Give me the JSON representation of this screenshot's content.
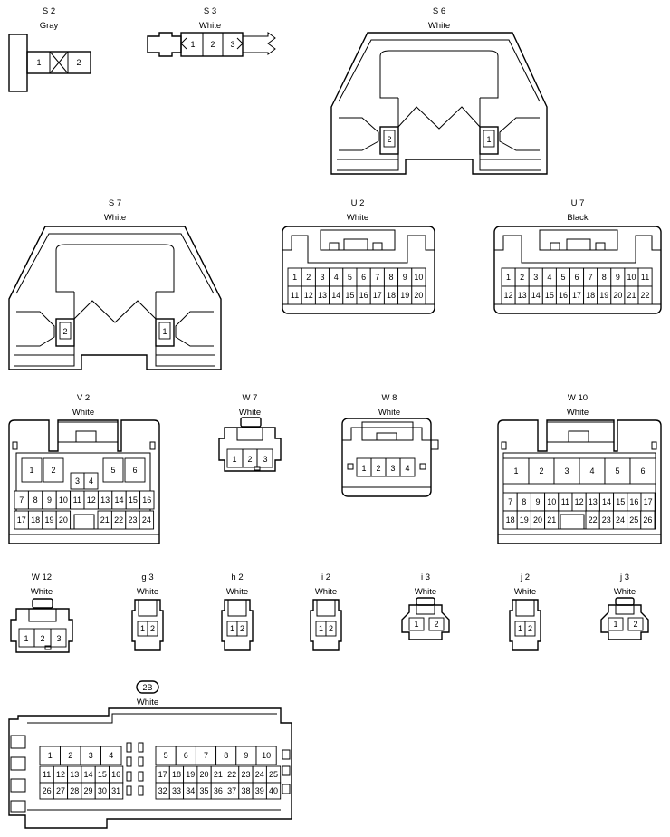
{
  "connectors": {
    "s2": {
      "name": "S 2",
      "color": "Gray",
      "pins": [
        "1",
        "2"
      ]
    },
    "s3": {
      "name": "S 3",
      "color": "White",
      "pins": [
        "1",
        "2",
        "3"
      ]
    },
    "s6": {
      "name": "S 6",
      "color": "White",
      "pins": [
        "2",
        "1"
      ]
    },
    "s7": {
      "name": "S 7",
      "color": "White",
      "pins": [
        "2",
        "1"
      ]
    },
    "u2": {
      "name": "U 2",
      "color": "White",
      "rows": [
        [
          "1",
          "2",
          "3",
          "4",
          "5",
          "6",
          "7",
          "8",
          "9",
          "10"
        ],
        [
          "11",
          "12",
          "13",
          "14",
          "15",
          "16",
          "17",
          "18",
          "19",
          "20"
        ]
      ]
    },
    "u7": {
      "name": "U 7",
      "color": "Black",
      "rows": [
        [
          "1",
          "2",
          "3",
          "4",
          "5",
          "6",
          "7",
          "8",
          "9",
          "10",
          "11"
        ],
        [
          "12",
          "13",
          "14",
          "15",
          "16",
          "17",
          "18",
          "19",
          "20",
          "21",
          "22"
        ]
      ]
    },
    "v2": {
      "name": "V 2",
      "color": "White",
      "top_pins": [
        "1",
        "2",
        "5",
        "6"
      ],
      "mid_pins": [
        "3",
        "4"
      ],
      "rows": [
        [
          "7",
          "8",
          "9",
          "10",
          "11",
          "12",
          "13",
          "14",
          "15",
          "16"
        ],
        [
          "17",
          "18",
          "19",
          "20",
          "21",
          "22",
          "23",
          "24"
        ]
      ]
    },
    "w7": {
      "name": "W 7",
      "color": "White",
      "pins": [
        "1",
        "2",
        "3"
      ]
    },
    "w8": {
      "name": "W 8",
      "color": "White",
      "pins": [
        "1",
        "2",
        "3",
        "4"
      ]
    },
    "w10": {
      "name": "W 10",
      "color": "White",
      "top_pins": [
        "1",
        "2",
        "3",
        "4",
        "5",
        "6"
      ],
      "rows": [
        [
          "7",
          "8",
          "9",
          "10",
          "11",
          "12",
          "13",
          "14",
          "15",
          "16",
          "17"
        ],
        [
          "18",
          "19",
          "20",
          "21",
          "22",
          "23",
          "24",
          "25",
          "26"
        ]
      ]
    },
    "w12": {
      "name": "W 12",
      "color": "White",
      "pins": [
        "1",
        "2",
        "3"
      ]
    },
    "g3": {
      "name": "g 3",
      "color": "White",
      "pins": [
        "1",
        "2"
      ]
    },
    "h2": {
      "name": "h 2",
      "color": "White",
      "pins": [
        "1",
        "2"
      ]
    },
    "i2": {
      "name": "i 2",
      "color": "White",
      "pins": [
        "1",
        "2"
      ]
    },
    "i3": {
      "name": "i 3",
      "color": "White",
      "pins": [
        "1",
        "2"
      ]
    },
    "j2": {
      "name": "j 2",
      "color": "White",
      "pins": [
        "1",
        "2"
      ]
    },
    "j3": {
      "name": "j 3",
      "color": "White",
      "pins": [
        "1",
        "2"
      ]
    },
    "c2b": {
      "name": "2B",
      "color": "White",
      "left_rows": [
        [
          "1",
          "2",
          "3",
          "4"
        ],
        [
          "11",
          "12",
          "13",
          "14",
          "15",
          "16"
        ],
        [
          "26",
          "27",
          "28",
          "29",
          "30",
          "31"
        ]
      ],
      "right_rows": [
        [
          "5",
          "6",
          "7",
          "8",
          "9",
          "10"
        ],
        [
          "17",
          "18",
          "19",
          "20",
          "21",
          "22",
          "23",
          "24",
          "25"
        ],
        [
          "32",
          "33",
          "34",
          "35",
          "36",
          "37",
          "38",
          "39",
          "40"
        ]
      ]
    }
  }
}
